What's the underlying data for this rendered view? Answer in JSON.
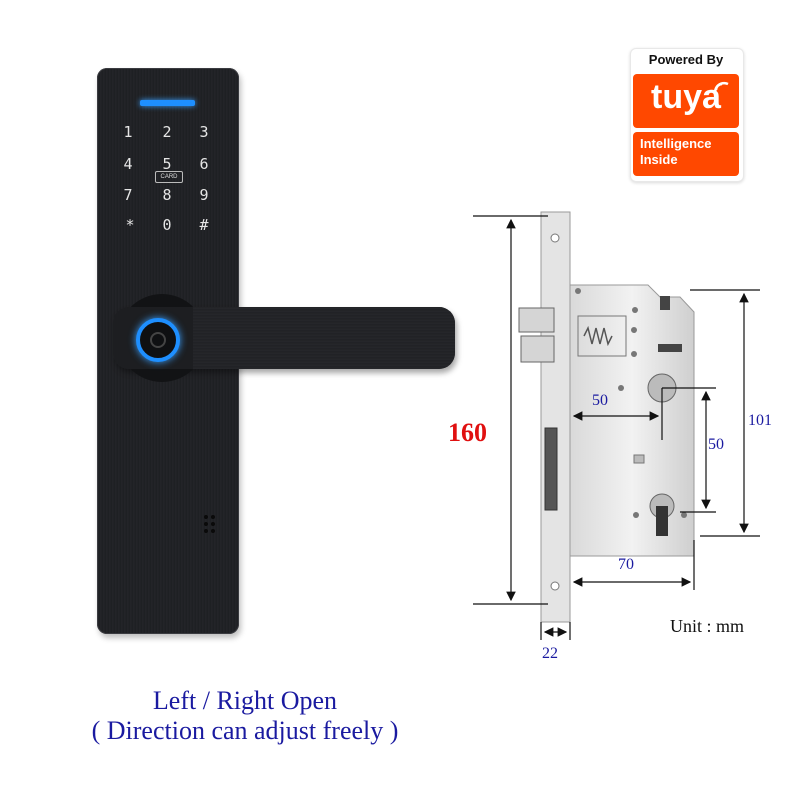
{
  "tuya": {
    "powered_by": "Powered By",
    "logo": "tuya",
    "intelligence_line1": "Intelligence",
    "intelligence_line2": "Inside"
  },
  "keypad": {
    "keys": [
      "1",
      "2",
      "3",
      "4",
      "5",
      "6",
      "7",
      "8",
      "9",
      "*",
      "0",
      "#"
    ],
    "card_label": "CARD"
  },
  "dimensions": {
    "height": "160",
    "backset_handle": "50",
    "spindle_to_cylinder": "50",
    "faceplate_span": "101",
    "backset_cylinder": "70",
    "faceplate_width": "22",
    "unit": "Unit : mm"
  },
  "caption": {
    "line1": "Left / Right Open",
    "line2": "( Direction can adjust freely )"
  },
  "colors": {
    "accent_blue": "#1e8fff",
    "tuya_orange": "#ff4800",
    "dimension_red": "#e01010",
    "dimension_navy": "#1a1aa0"
  }
}
